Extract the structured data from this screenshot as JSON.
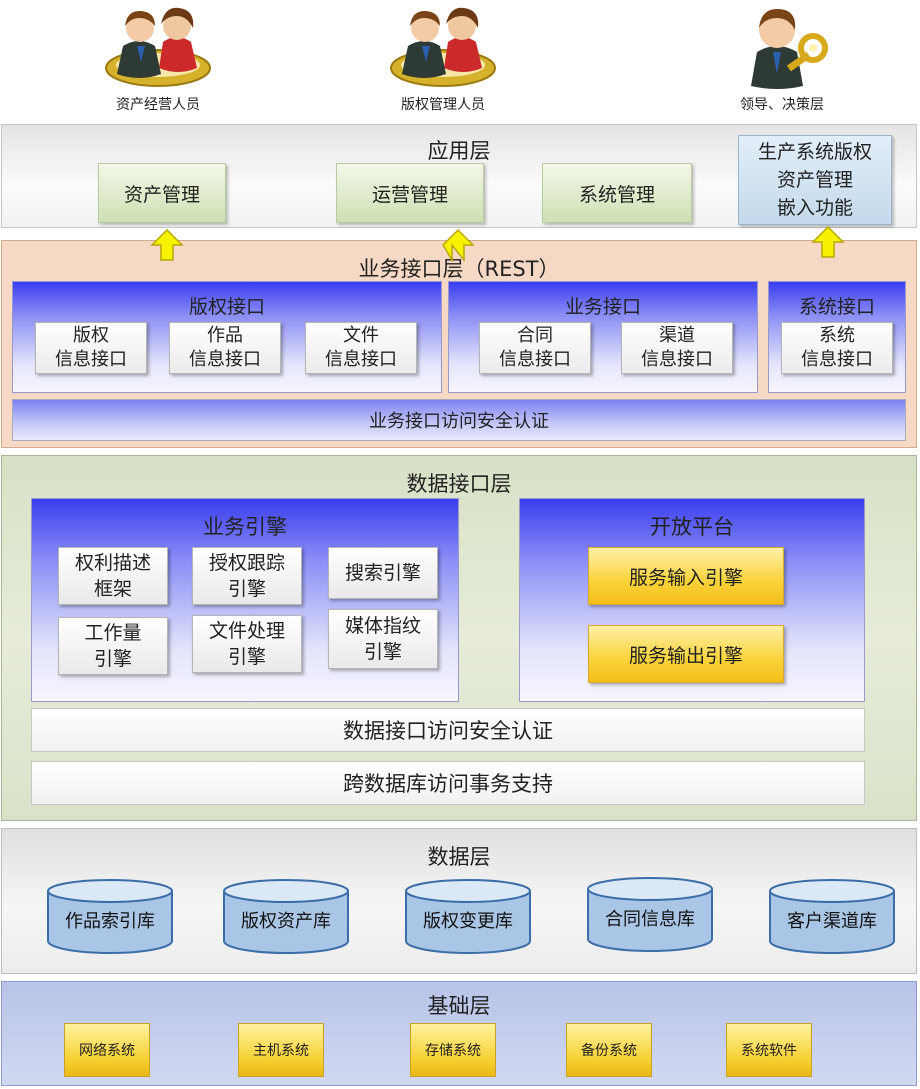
{
  "users": [
    {
      "label": "资产经营人员",
      "icon": "two-users-icon"
    },
    {
      "label": "版权管理人员",
      "icon": "two-users-icon"
    },
    {
      "label": "领导、决策层",
      "icon": "user-key-icon"
    }
  ],
  "app_layer": {
    "title": "应用层",
    "modules": [
      "资产管理",
      "运营管理",
      "系统管理"
    ],
    "embedded_lines": [
      "生产系统版权",
      "资产管理",
      "嵌入功能"
    ]
  },
  "biz_layer": {
    "title": "业务接口层（REST）",
    "copyright": {
      "title": "版权接口",
      "items": [
        [
          "版权",
          "信息接口"
        ],
        [
          "作品",
          "信息接口"
        ],
        [
          "文件",
          "信息接口"
        ]
      ]
    },
    "business": {
      "title": "业务接口",
      "items": [
        [
          "合同",
          "信息接口"
        ],
        [
          "渠道",
          "信息接口"
        ]
      ]
    },
    "system": {
      "title": "系统接口",
      "items": [
        [
          "系统",
          "信息接口"
        ]
      ]
    },
    "security": "业务接口访问安全认证"
  },
  "data_if_layer": {
    "title": "数据接口层",
    "engine_panel": {
      "title": "业务引擎",
      "engines": [
        [
          "权利描述",
          "框架"
        ],
        [
          "授权跟踪",
          "引擎"
        ],
        [
          "搜索引擎"
        ],
        [
          "工作量",
          "引擎"
        ],
        [
          "文件处理",
          "引擎"
        ],
        [
          "媒体指纹",
          "引擎"
        ]
      ]
    },
    "open_platform": {
      "title": "开放平台",
      "items": [
        "服务输入引擎",
        "服务输出引擎"
      ]
    },
    "security": "数据接口访问安全认证",
    "transaction": "跨数据库访问事务支持"
  },
  "data_layer": {
    "title": "数据层",
    "databases": [
      "作品索引库",
      "版权资产库",
      "版权变更库",
      "合同信息库",
      "客户渠道库"
    ]
  },
  "base_layer": {
    "title": "基础层",
    "systems": [
      "网络系统",
      "主机系统",
      "存储系统",
      "备份系统",
      "系统软件"
    ]
  },
  "colors": {
    "arrow": "#f7f200",
    "db_fill": "#a9c6e6",
    "db_top": "#dbe8f5"
  }
}
